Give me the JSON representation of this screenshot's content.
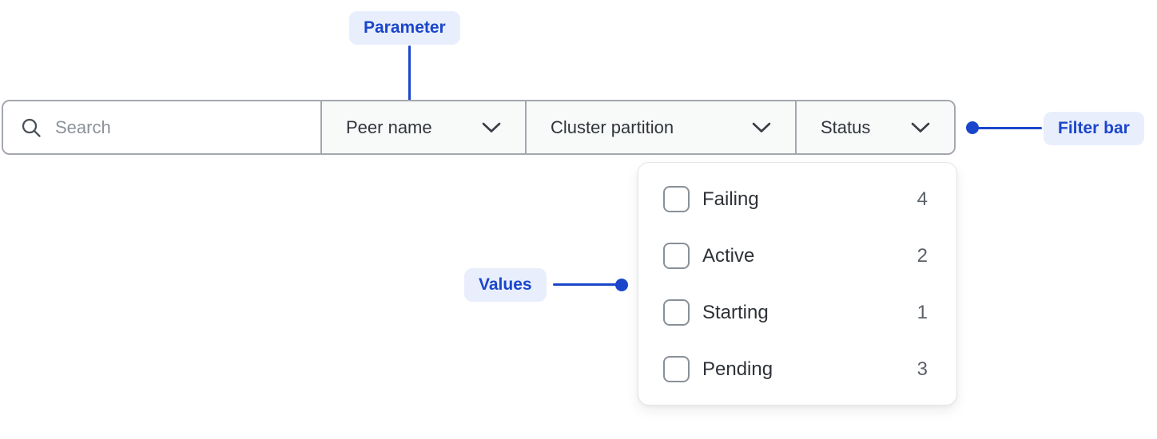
{
  "annotations": {
    "parameter": {
      "label": "Parameter"
    },
    "filter_bar": {
      "label": "Filter bar"
    },
    "values": {
      "label": "Values"
    }
  },
  "colors": {
    "annotation_accent": "#1b46cb",
    "annotation_bg": "#e8eefc",
    "bar_border": "#a3a7ad",
    "segment_bg": "#f8f9f9",
    "label_text": "#30353b",
    "option_text": "#2e3237",
    "count_text": "#5d6168",
    "placeholder_text": "#8c919a",
    "checkbox_border": "#899099",
    "panel_border": "#e3e5e9"
  },
  "filter_bar": {
    "search": {
      "placeholder": "Search",
      "value": ""
    },
    "dropdowns": [
      {
        "label": "Peer name"
      },
      {
        "label": "Cluster partition"
      },
      {
        "label": "Status"
      }
    ]
  },
  "status_menu": {
    "options": [
      {
        "label": "Failing",
        "count": "4",
        "checked": false
      },
      {
        "label": "Active",
        "count": "2",
        "checked": false
      },
      {
        "label": "Starting",
        "count": "1",
        "checked": false
      },
      {
        "label": "Pending",
        "count": "3",
        "checked": false
      }
    ]
  }
}
